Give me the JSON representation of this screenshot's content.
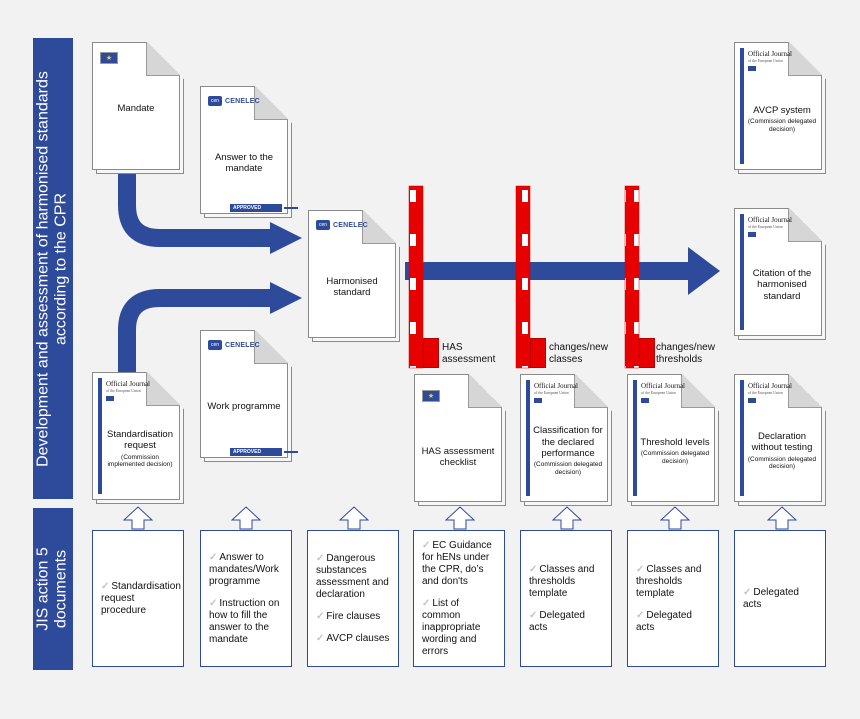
{
  "sidebar": {
    "top_line1": "Development and assessment of harmonised standards",
    "top_line2": "according to the CPR",
    "bottom_line1": "JIS action 5",
    "bottom_line2": "documents"
  },
  "docs": {
    "mandate": {
      "label": "Mandate",
      "flag": "★"
    },
    "answer": {
      "label": "Answer to the mandate",
      "approved": "APPROVED"
    },
    "harmonised": {
      "label": "Harmonised standard"
    },
    "request": {
      "label": "Standardisation request",
      "note": "(Commission implemented decision)"
    },
    "work": {
      "label": "Work programme",
      "approved": "APPROVED"
    },
    "has": {
      "label": "HAS assessment checklist",
      "flag": "★"
    },
    "classification": {
      "label": "Classification for the declared performance",
      "note": "(Commission delegated decision)"
    },
    "threshold": {
      "label": "Threshold levels",
      "note": "(Commission delegated decision)"
    },
    "declaration": {
      "label": "Declaration without testing",
      "note": "(Commission delegated decision)"
    },
    "avcp": {
      "label": "AVCP system",
      "note": "(Commission delegated decision)"
    },
    "citation": {
      "label": "Citation of the harmonised standard"
    }
  },
  "oj": {
    "title": "Official Journal",
    "sub": "of the European Union"
  },
  "cen": {
    "logo": "cen",
    "text": "CENELEC"
  },
  "legends": {
    "has": "HAS assessment",
    "classes": "changes/new classes",
    "thresholds": "changes/new thresholds"
  },
  "jis_boxes": [
    {
      "items": [
        "Standardisation request procedure"
      ]
    },
    {
      "items": [
        "Answer to mandates/Work programme",
        "Instruction on how to fill the answer to the mandate"
      ]
    },
    {
      "items": [
        "Dangerous substances assessment and declaration",
        "Fire clauses",
        "AVCP clauses"
      ]
    },
    {
      "items": [
        "EC Guidance for hENs under the CPR, do’s and don'ts",
        "List of common inappropriate wording and errors"
      ]
    },
    {
      "items": [
        "Classes and thresholds template",
        "Delegated acts"
      ]
    },
    {
      "items": [
        "Classes and thresholds template",
        "Delegated acts"
      ]
    },
    {
      "items": [
        "Delegated acts"
      ]
    }
  ],
  "tick": "✓",
  "colors": {
    "blue": "#2e4a9a",
    "red": "#e60000"
  }
}
